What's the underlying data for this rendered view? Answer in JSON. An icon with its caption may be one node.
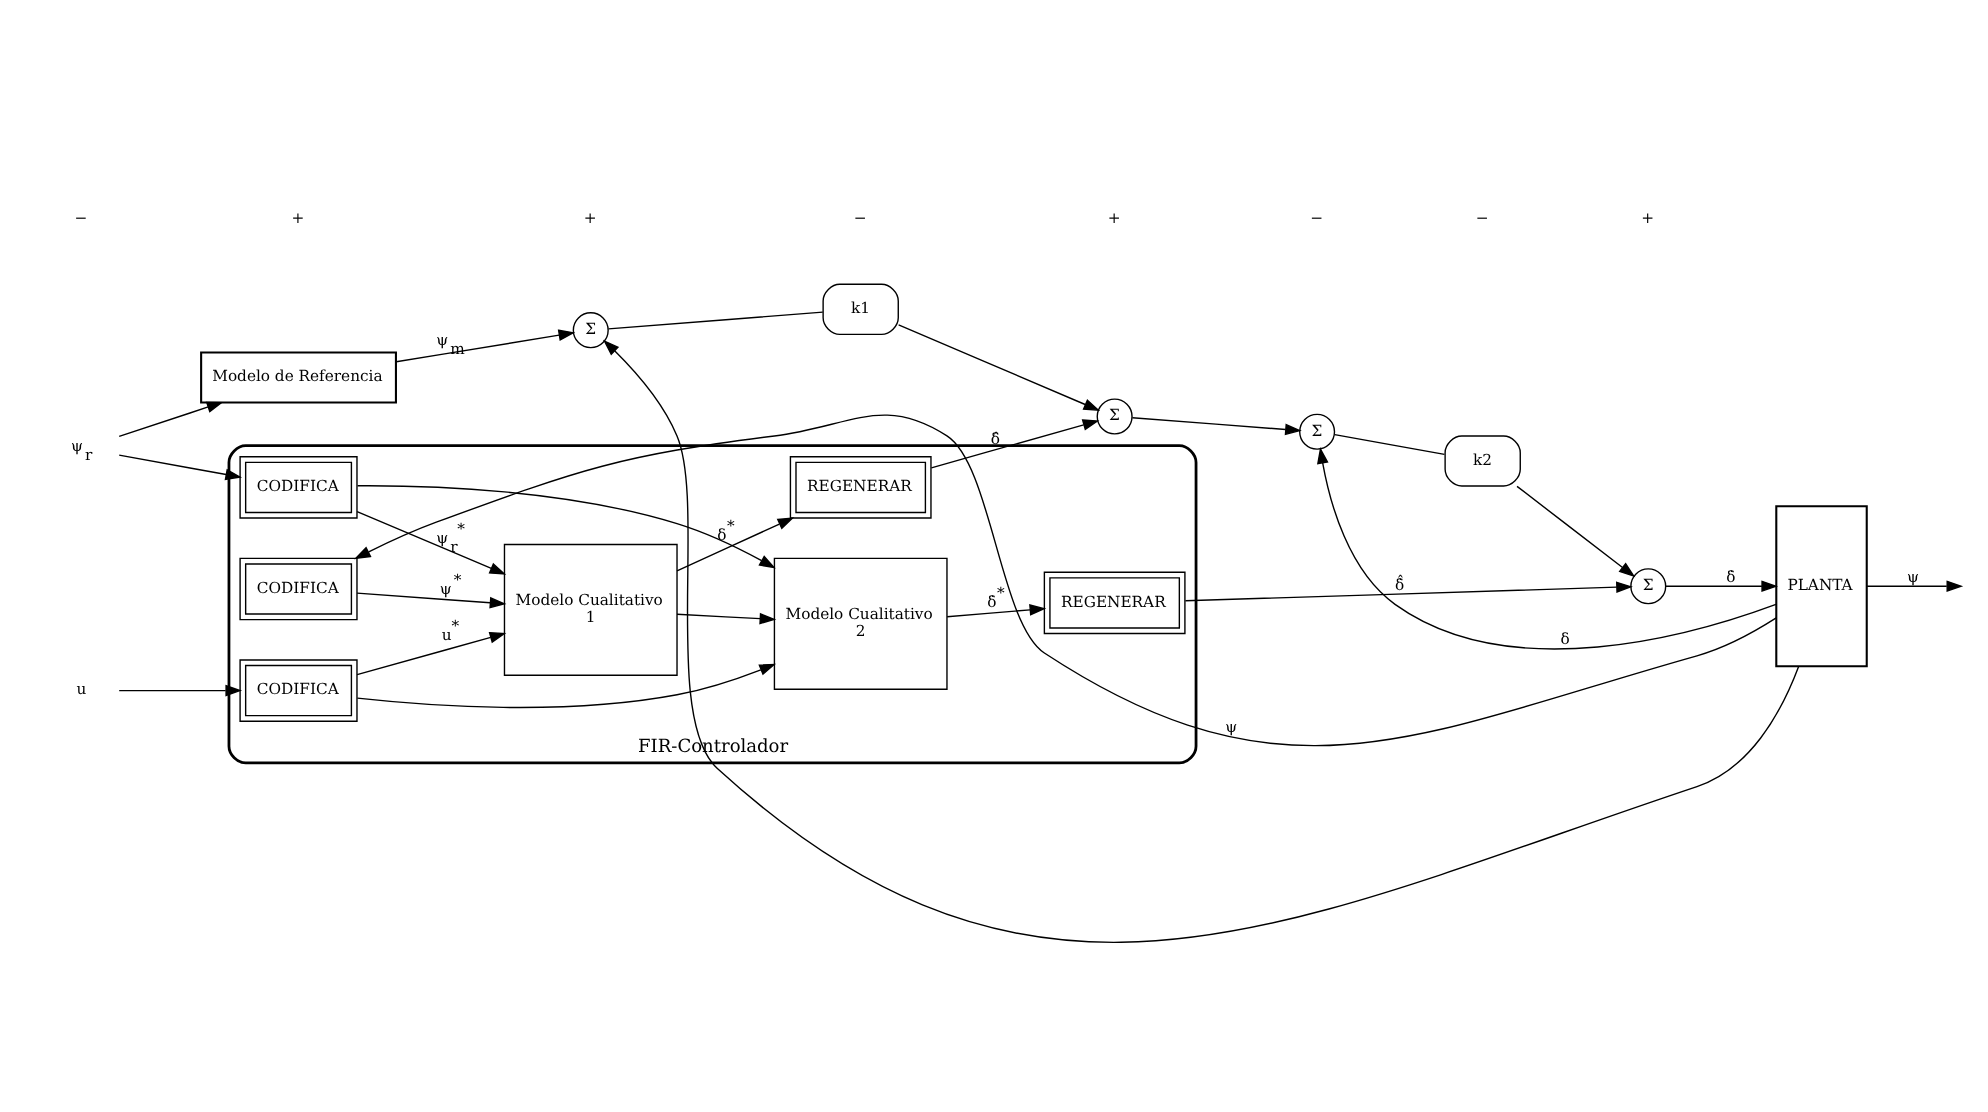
{
  "diagram": {
    "nodes": [
      {
        "text": [
          "FIR-Controlador"
        ]
      },
      {
        "text": [
          "CODIFICA"
        ],
        "in": 0
      },
      {
        "text": [
          "CODIFICA"
        ],
        "in": 0
      },
      {
        "text": [
          "CODIFICA"
        ],
        "in": 0
      },
      {
        "text": [
          "Modelo Cualitativo",
          "1"
        ],
        "in": 0
      },
      {
        "text": [
          "REGENERAR"
        ],
        "in": 0
      },
      {
        "text": [
          "Modelo Cualitativo",
          "2"
        ],
        "in": 0
      },
      {
        "text": [
          "REGENERAR"
        ],
        "in": 0
      },
      {
        "text": [
          "Modelo de Referencia"
        ]
      },
      {
        "text": [
          "Σ"
        ]
      },
      {
        "text": [
          "k1"
        ]
      },
      {
        "text": [
          "Σ"
        ]
      },
      {
        "text": [
          "Σ"
        ]
      },
      {
        "text": [
          "k2"
        ]
      },
      {
        "text": [
          "Σ"
        ]
      },
      {
        "text": [
          "PLANTA"
        ]
      },
      {
        "text": [
          "ψ$_{r}$"
        ]
      },
      {
        "text": [
          "u"
        ]
      }
    ],
    "edges": [
      {
        "from": 15,
        "to": 1,
        "arrow": "to",
        "label": "ψ"
      },
      {
        "from": 16,
        "to": 8,
        "arrow": "to"
      },
      {
        "from": 16,
        "to": 2,
        "arrow": "to"
      },
      {
        "from": 17,
        "to": 3,
        "arrow": "to"
      },
      {
        "from": 1,
        "to": 4,
        "arrow": "to",
        "label": "ψ$^{*}$"
      },
      {
        "from": 2,
        "to": 4,
        "arrow": "to",
        "label": "ψ$_{r}$$^{*}$"
      },
      {
        "from": 2,
        "to": 6,
        "arrow": "to"
      },
      {
        "from": 3,
        "to": 4,
        "arrow": "to",
        "label": "u$^{*}$"
      },
      {
        "from": 3,
        "to": 6,
        "arrow": "to"
      },
      {
        "from": 4,
        "to": 5,
        "arrow": "to",
        "label": "δ$^{*}$"
      },
      {
        "from": 4,
        "to": 6,
        "arrow": "to"
      },
      {
        "from": 6,
        "to": 7,
        "arrow": "to",
        "label": "δ̇$^{*}$"
      },
      {
        "from": 8,
        "to": 9,
        "arrow": "to",
        "label": "ψ$_{m}$"
      },
      {
        "from": 15,
        "to": 9,
        "arrow": "to"
      },
      {
        "from": 9,
        "to": 10,
        "arrow": "none"
      },
      {
        "from": 10,
        "to": 11,
        "arrow": "to"
      },
      {
        "from": 5,
        "to": 11,
        "arrow": "to",
        "label": "δ̂"
      },
      {
        "from": 11,
        "to": 12,
        "arrow": "to"
      },
      {
        "from": 15,
        "to": 12,
        "arrow": "to",
        "label": "δ"
      },
      {
        "from": 12,
        "to": 13,
        "arrow": "none"
      },
      {
        "from": 13,
        "to": 14,
        "arrow": "to"
      },
      {
        "from": 7,
        "to": 14,
        "arrow": "to",
        "label": "δ̇̂"
      },
      {
        "from": 14,
        "to": 15,
        "arrow": "to",
        "label": "δ̇"
      },
      {
        "from": 15,
        "to": null,
        "arrow": "to",
        "label": "ψ"
      }
    ],
    "labels": [
      "−",
      "+",
      "+",
      "−",
      "+",
      "−",
      "−",
      "+"
    ]
  }
}
